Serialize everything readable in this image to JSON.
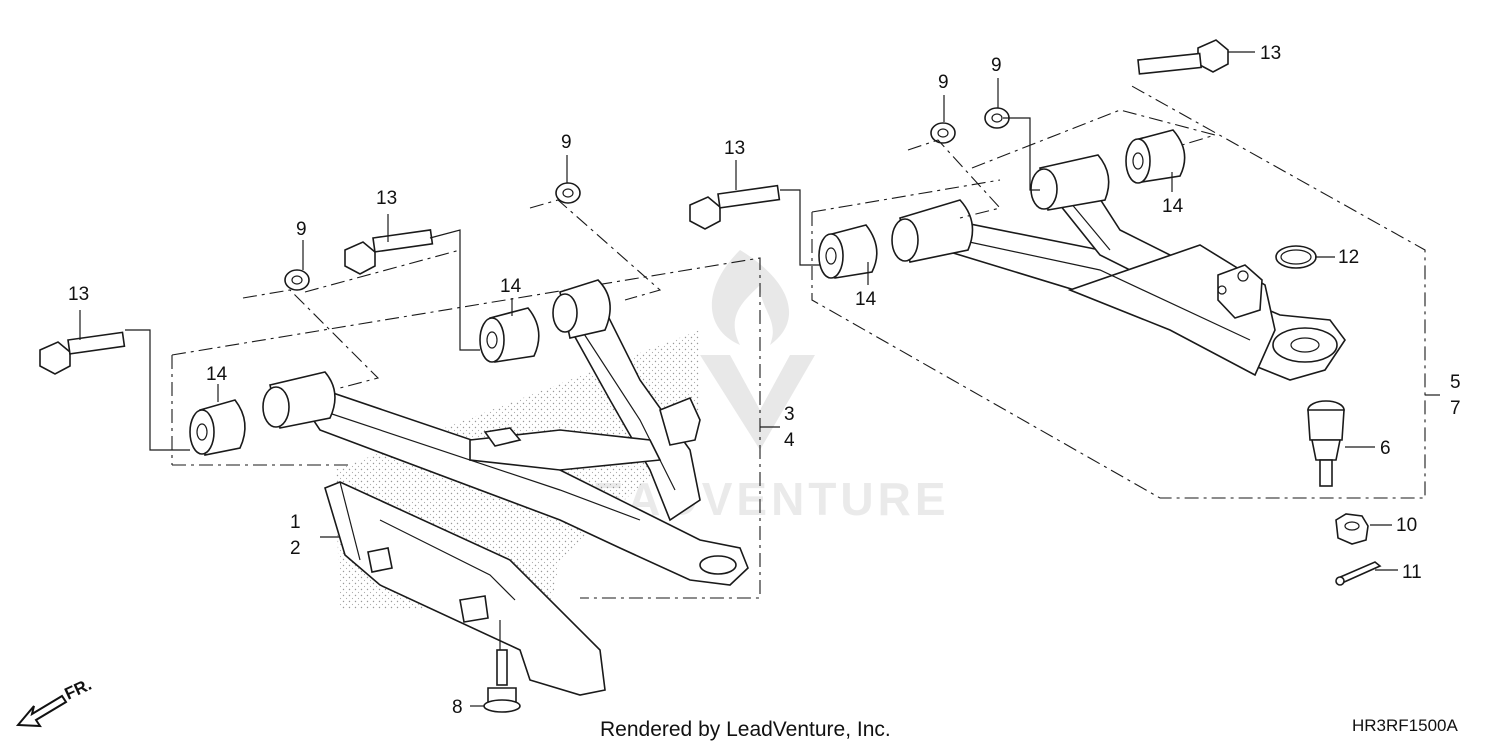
{
  "diagram": {
    "watermark_text": "LEADVENTURE",
    "front_indicator": "FR.",
    "callouts": {
      "c1": "1",
      "c2": "2",
      "c3": "3",
      "c4": "4",
      "c5": "5",
      "c6": "6",
      "c7": "7",
      "c8": "8",
      "c9a": "9",
      "c9b": "9",
      "c9c": "9",
      "c9d": "9",
      "c10": "10",
      "c11": "11",
      "c12": "12",
      "c13a": "13",
      "c13b": "13",
      "c13c": "13",
      "c13d": "13",
      "c14a": "14",
      "c14b": "14",
      "c14c": "14",
      "c14d": "14"
    }
  },
  "footer": {
    "credit": "Rendered by LeadVenture, Inc.",
    "diagram_code": "HR3RF1500A"
  }
}
